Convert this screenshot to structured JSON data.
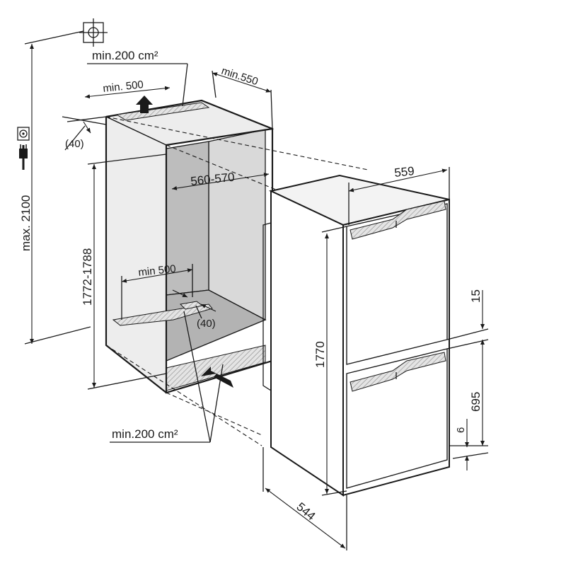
{
  "labels": {
    "vent_top": "min.200 cm²",
    "width_top": "min. 500",
    "depth_top": "min.550",
    "gap_top": "(40)",
    "max_height": "max. 2100",
    "niche_width": "560-570",
    "niche_height": "1772-1788",
    "floor_width": "min 500",
    "floor_gap": "(40)",
    "vent_bottom": "min.200 cm²",
    "fridge_width": "559",
    "fridge_height": "1770",
    "gap_15": "15",
    "door_695": "695",
    "gap_6": "6",
    "depth_544": "544"
  },
  "icons": [
    "ground-symbol-icon",
    "power-socket-icon",
    "power-plug-icon"
  ]
}
